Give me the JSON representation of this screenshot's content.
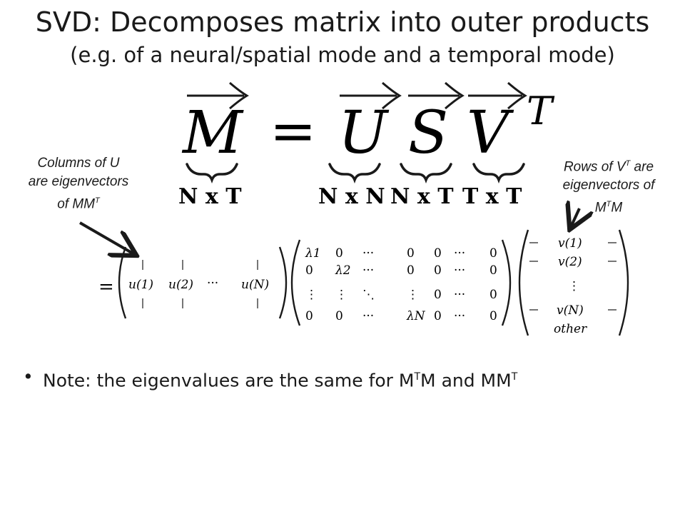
{
  "title": {
    "line1": "SVD: Decomposes matrix into outer products",
    "line2": "(e.g. of a neural/spatial mode and a temporal mode)"
  },
  "equation": {
    "M": "M",
    "equals": "=",
    "U": "U",
    "S": "S",
    "V": "V",
    "transpose": "T",
    "dims": [
      "N x T",
      "N x N",
      "N x T",
      "T x T"
    ]
  },
  "annotation_left": {
    "line1": "Columns of U",
    "line2": "are eigenvectors",
    "line3_prefix": "of MM",
    "line3_sup": "T"
  },
  "annotation_right": {
    "line1_prefix": "Rows of V",
    "line1_sup": "T",
    "line1_suffix": " are",
    "line2": "eigenvectors of",
    "line3_m1": "M",
    "line3_sup": "T",
    "line3_m2": "M"
  },
  "matrix_U": {
    "equals": "=",
    "cols": [
      "u(1)",
      "u(2)",
      "···",
      "u(N)"
    ]
  },
  "matrix_S": {
    "rows": [
      [
        "λ1",
        "0",
        "···",
        "0",
        "0",
        "···",
        "0"
      ],
      [
        "0",
        "λ2",
        "···",
        "0",
        "0",
        "···",
        "0"
      ],
      [
        "⋮",
        "⋮",
        "⋱",
        "⋮",
        "0",
        "···",
        "0"
      ],
      [
        "0",
        "0",
        "···",
        "λN",
        "0",
        "···",
        "0"
      ]
    ]
  },
  "matrix_V": {
    "rows": [
      "v(1)",
      "v(2)",
      "⋮",
      "v(N)"
    ],
    "other": "other"
  },
  "note": {
    "bullet": "•",
    "prefix": "Note: the eigenvalues are the same for M",
    "sup1": "T",
    "middle": "M and MM",
    "sup2": "T"
  },
  "colors": {
    "text": "#1a1a1a",
    "background": "#ffffff"
  }
}
